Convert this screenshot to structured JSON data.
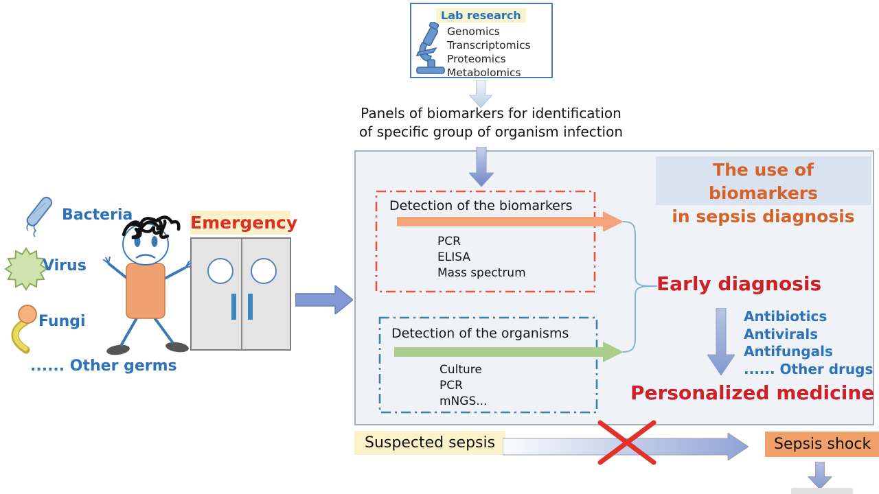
{
  "lab_box": {
    "title": "Lab research",
    "items": [
      "Genomics",
      "Transcriptomics",
      "Proteomics",
      "Metabolomics"
    ]
  },
  "caption": {
    "line1": "Panels of biomarkers for identification",
    "line2": "of specific group of organism infection"
  },
  "germs": {
    "bacteria": "Bacteria",
    "virus": "Virus",
    "fungi": "Fungi",
    "other": "...... Other germs"
  },
  "emergency": {
    "label": "Emergency"
  },
  "main_panel": {
    "title_line1": "The use of biomarkers",
    "title_line2": "in sepsis diagnosis",
    "biomarker_box": {
      "title": "Detection of the biomarkers",
      "methods": [
        "PCR",
        "ELISA",
        "Mass spectrum"
      ]
    },
    "organism_box": {
      "title": "Detection of the organisms",
      "methods": [
        "Culture",
        "PCR",
        "mNGS..."
      ]
    },
    "early_diagnosis": "Early diagnosis",
    "drugs": [
      "Antibiotics",
      "Antivirals",
      "Antifungals",
      "...... Other drugs"
    ],
    "personalized": "Personalized medicine"
  },
  "bottom": {
    "suspected": "Suspected sepsis",
    "shock": "Sepsis shock"
  },
  "icons": {
    "microscope": "microscope-icon",
    "bacteria": "bacteria-rod-icon",
    "virus": "virus-sunburst-icon",
    "fungi": "fungi-spore-icon",
    "patient": "sick-patient-figure",
    "doors": "emergency-doors",
    "red_cross": "blocked-path-x-mark"
  },
  "colors": {
    "blue_text": "#2d72b8",
    "red_text": "#cc2127",
    "orange_title": "#d4632a",
    "yellow_highlight": "#fbf2cc",
    "orange_highlight": "#f2a069",
    "panel_bg": "#eff2f7",
    "title_box_bg": "#dbe2ef",
    "orange_arrow": "#f4a47c",
    "green_arrow": "#abce8d",
    "blue_arrow": "#8fa3d4",
    "red_dash_border": "#e05540",
    "blue_dash_border": "#3f7fae"
  }
}
